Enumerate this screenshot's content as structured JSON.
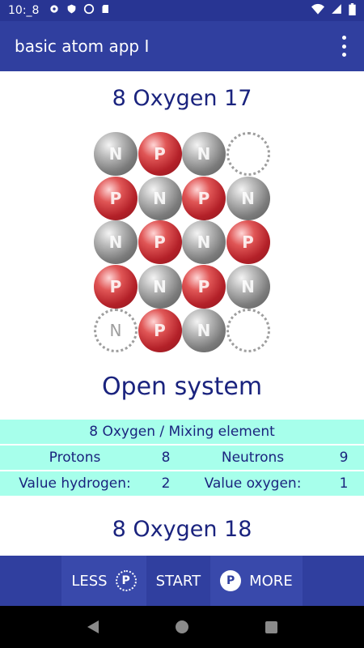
{
  "status": {
    "time": "10:_8"
  },
  "appbar": {
    "title": "basic atom app I"
  },
  "main": {
    "heading": "8 Oxygen 17",
    "nucleus": [
      [
        "N",
        "P",
        "N",
        ""
      ],
      [
        "P",
        "N",
        "P",
        "N"
      ],
      [
        "N",
        "P",
        "N",
        "P"
      ],
      [
        "P",
        "N",
        "P",
        "N"
      ],
      [
        "N",
        "P",
        "N",
        ""
      ]
    ],
    "empty_label": "N",
    "system_label": "Open system",
    "table": {
      "header": "8 Oxygen / Mixing element",
      "row1": {
        "label_a": "Protons",
        "value_a": "8",
        "label_b": "Neutrons",
        "value_b": "9"
      },
      "row2": {
        "label_a": "Value hydrogen:",
        "value_a": "2",
        "label_b": "Value oxygen:",
        "value_b": "1"
      }
    },
    "next_heading": "8 Oxygen 18"
  },
  "bottom": {
    "less": "LESS",
    "p_symbol": "P",
    "start": "START",
    "more": "MORE"
  }
}
